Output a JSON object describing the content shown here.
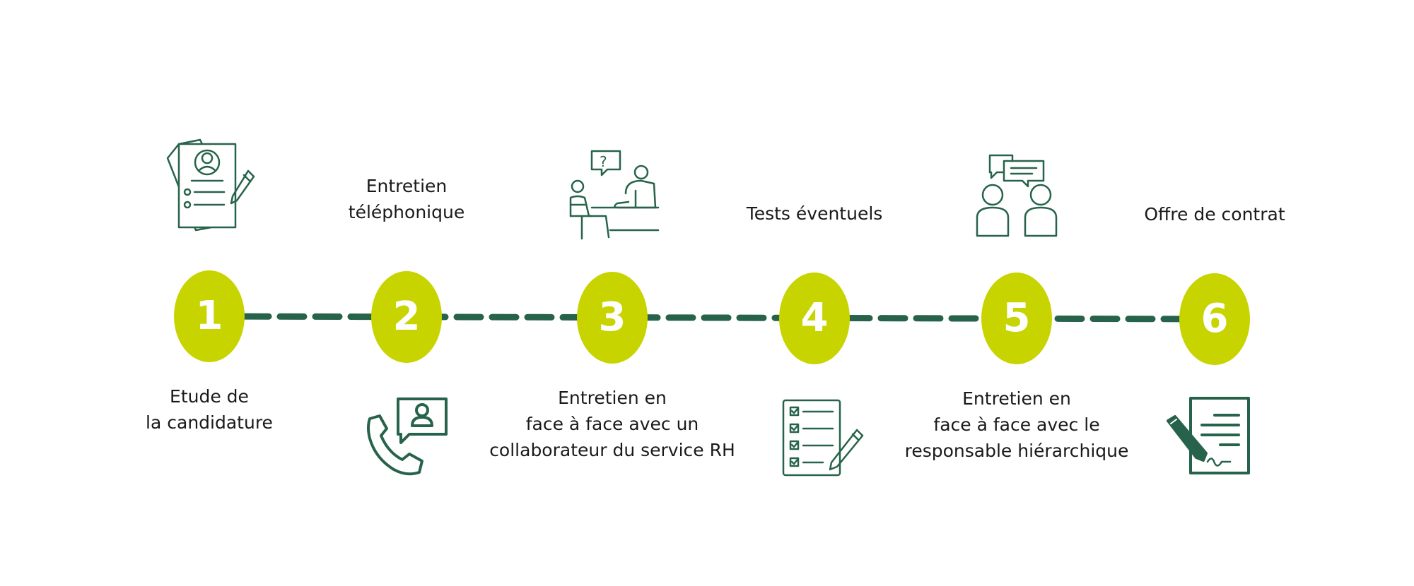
{
  "colors": {
    "circle": "#c8d400",
    "number": "#ffffff",
    "connector": "#27634a",
    "icon": "#27634a",
    "text": "#1a1a1a"
  },
  "steps": [
    {
      "number": "1",
      "label": "Etude de\nla candidature",
      "label_position": "below",
      "icon": "resume-document-pen-icon"
    },
    {
      "number": "2",
      "label": "Entretien\ntéléphonique",
      "label_position": "above",
      "icon": "phone-contact-icon"
    },
    {
      "number": "3",
      "label": "Entretien en\nface à face  avec un\ncollaborateur du service RH",
      "label_position": "below",
      "icon": "interview-desk-icon"
    },
    {
      "number": "4",
      "label": "Tests éventuels",
      "label_position": "above",
      "icon": "checklist-pencil-icon"
    },
    {
      "number": "5",
      "label": "Entretien en\nface à face avec le\nresponsable hiérarchique",
      "label_position": "below",
      "icon": "two-people-chat-icon"
    },
    {
      "number": "6",
      "label": "Offre de contrat",
      "label_position": "above",
      "icon": "contract-signing-icon"
    }
  ]
}
